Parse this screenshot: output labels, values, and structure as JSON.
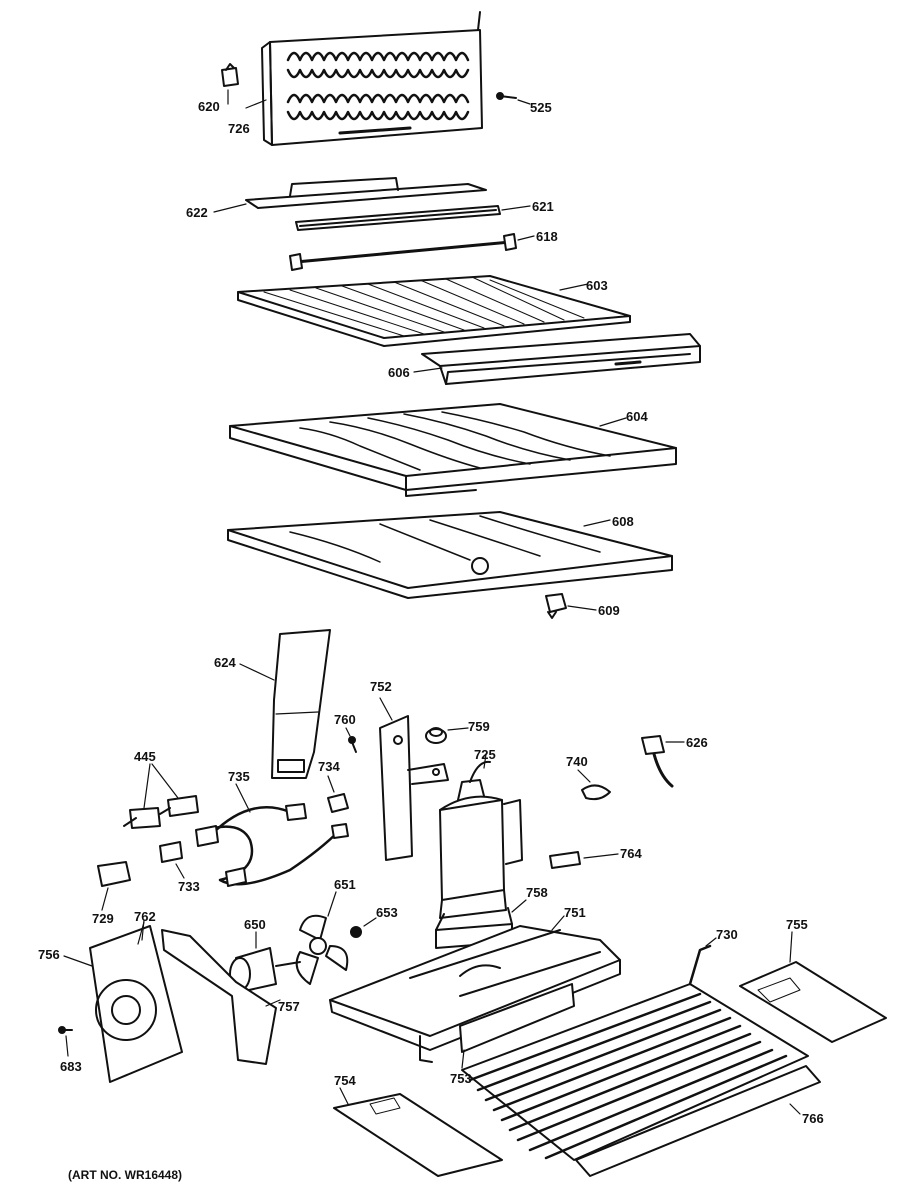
{
  "art_number": "(ART NO. WR16448)",
  "callouts": {
    "p620": "620",
    "p726": "726",
    "p525": "525",
    "p622": "622",
    "p621": "621",
    "p618": "618",
    "p603": "603",
    "p606": "606",
    "p604": "604",
    "p608": "608",
    "p609": "609",
    "p624": "624",
    "p752": "752",
    "p760": "760",
    "p759": "759",
    "p445": "445",
    "p735": "735",
    "p734": "734",
    "p725": "725",
    "p740": "740",
    "p626": "626",
    "p764": "764",
    "p733": "733",
    "p729": "729",
    "p651": "651",
    "p653": "653",
    "p758": "758",
    "p751": "751",
    "p730": "730",
    "p755": "755",
    "p762": "762",
    "p756": "756",
    "p650": "650",
    "p757": "757",
    "p683": "683",
    "p754": "754",
    "p753": "753",
    "p766": "766"
  },
  "colors": {
    "ink": "#111111",
    "paper": "#ffffff"
  }
}
